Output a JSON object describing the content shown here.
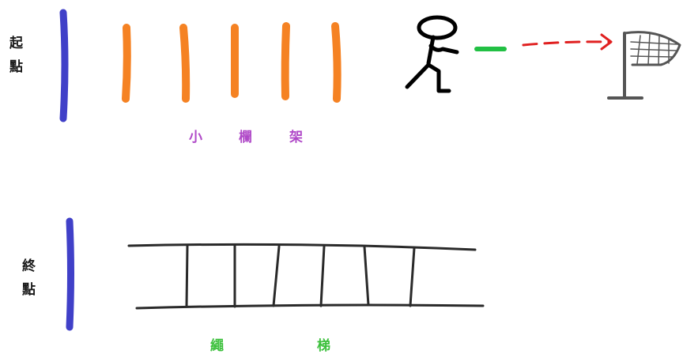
{
  "labels": {
    "start": [
      "起",
      "點"
    ],
    "end": [
      "終",
      "點"
    ],
    "hurdles": [
      "小",
      "欄",
      "架"
    ],
    "rope_ladder": [
      "繩",
      "梯"
    ]
  },
  "colors": {
    "start_line": "#4040c8",
    "end_line": "#4040c8",
    "hurdle": "#f58223",
    "hurdle_label": "#b04ac8",
    "ladder": "#2a2a2a",
    "ladder_label": "#3cc03c",
    "runner": "#000000",
    "go_marker": "#22c044",
    "arrow": "#e02020",
    "net": "#555555",
    "text": "#1a1a1a"
  },
  "icons": {
    "runner": "stick-figure-runner-icon",
    "net": "net-on-stand-icon"
  },
  "counts": {
    "hurdles": 5,
    "ladder_rungs": 6
  }
}
